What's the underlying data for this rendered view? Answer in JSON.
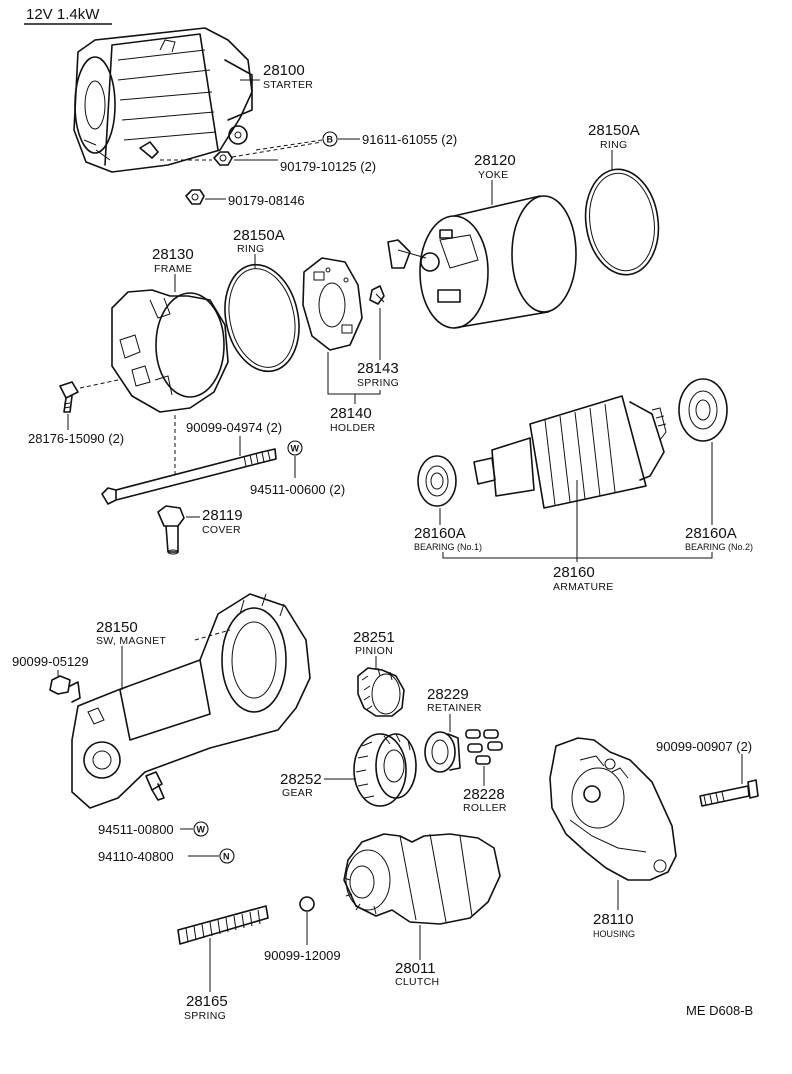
{
  "header": "12V 1.4kW",
  "code": "ME  D608-B",
  "parts": {
    "p28100": {
      "num": "28100",
      "name": "STARTER"
    },
    "p91611": {
      "num": "91611-61055 (2)",
      "sym": "B"
    },
    "p90179a": {
      "num": "90179-10125 (2)"
    },
    "p90179b": {
      "num": "90179-08146"
    },
    "p28150A_1": {
      "num": "28150A",
      "name": "RING"
    },
    "p28120": {
      "num": "28120",
      "name": "YOKE"
    },
    "p28150A_2": {
      "num": "28150A",
      "name": "RING"
    },
    "p28130": {
      "num": "28130",
      "name": "FRAME"
    },
    "p28143": {
      "num": "28143",
      "name": "SPRING"
    },
    "p28140": {
      "num": "28140",
      "name": "HOLDER"
    },
    "p28176": {
      "num": "28176-15090 (2)"
    },
    "p90099_04974": {
      "num": "90099-04974 (2)"
    },
    "p94511_00600": {
      "num": "94511-00600 (2)",
      "sym": "W"
    },
    "p28119": {
      "num": "28119",
      "name": "COVER"
    },
    "p28160A_1": {
      "num": "28160A",
      "name": "BEARING (No.1)"
    },
    "p28160A_2": {
      "num": "28160A",
      "name": "BEARING (No.2)"
    },
    "p28160": {
      "num": "28160",
      "name": "ARMATURE"
    },
    "p28150": {
      "num": "28150",
      "name": "SW, MAGNET"
    },
    "p90099_05129": {
      "num": "90099-05129"
    },
    "p28251": {
      "num": "28251",
      "name": "PINION"
    },
    "p28229": {
      "num": "28229",
      "name": "RETAINER"
    },
    "p90099_00907": {
      "num": "90099-00907 (2)"
    },
    "p28252": {
      "num": "28252",
      "name": "GEAR"
    },
    "p28228": {
      "num": "28228",
      "name": "ROLLER"
    },
    "p94511_00800": {
      "num": "94511-00800",
      "sym": "W"
    },
    "p94110_40800": {
      "num": "94110-40800",
      "sym": "N"
    },
    "p28110": {
      "num": "28110",
      "name": "HOUSING"
    },
    "p90099_12009": {
      "num": "90099-12009"
    },
    "p28011": {
      "num": "28011",
      "name": "CLUTCH"
    },
    "p28165": {
      "num": "28165",
      "name": "SPRING"
    }
  }
}
